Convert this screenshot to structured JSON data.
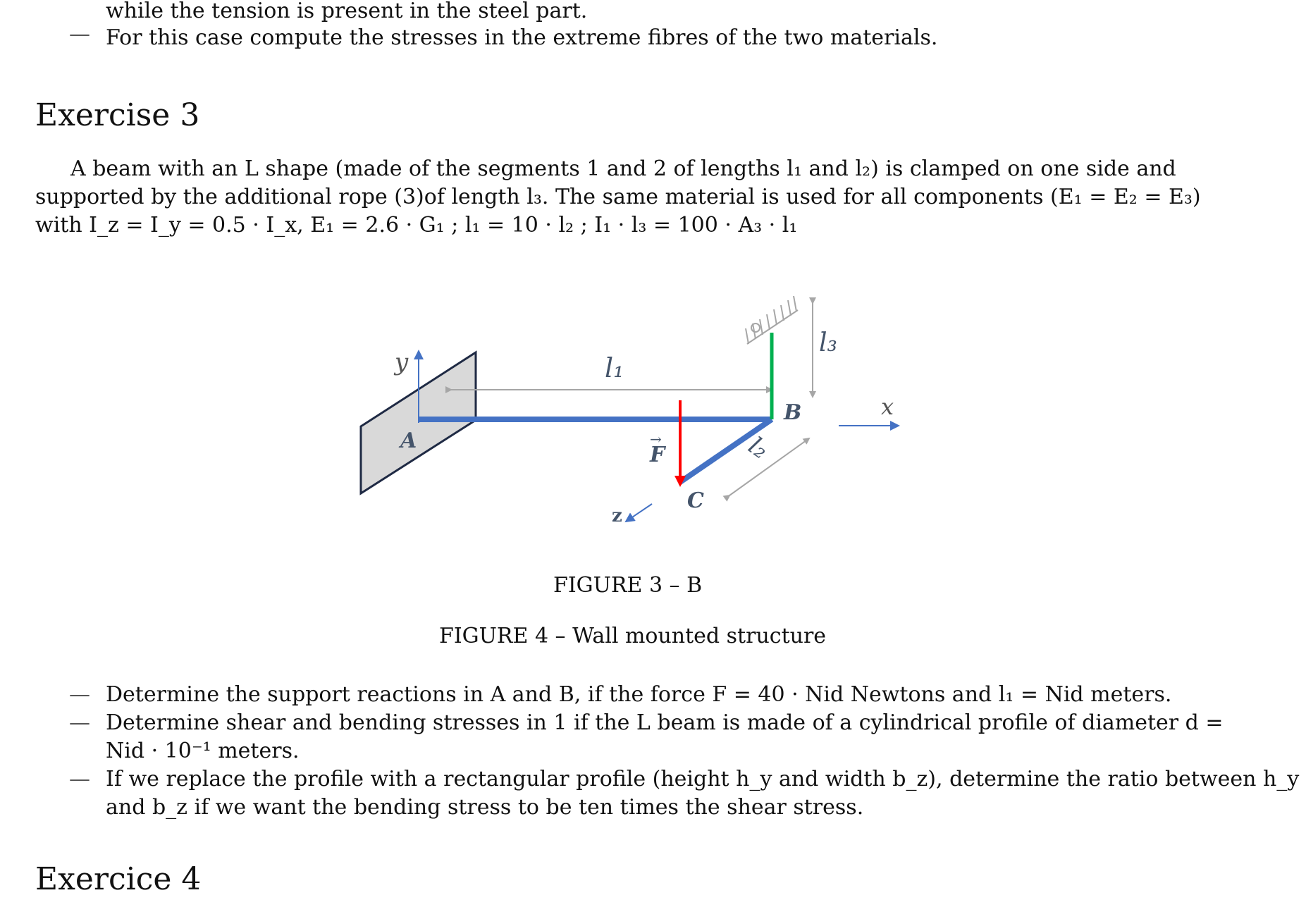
{
  "intro": {
    "line1": "while the tension is present in the steel part.",
    "line2": "For this case compute the stresses in the extreme fibres of the two materials."
  },
  "exercise3": {
    "title": "Exercise 3",
    "para_line1": "A beam with an L shape (made of the segments 1 and 2 of lengths l₁ and l₂) is clamped on one side and",
    "para_line2": "supported by the additional rope (3)of length l₃. The same material is used for all components (E₁ = E₂ = E₃)",
    "para_line3": "with I_z = I_y = 0.5 · I_x, E₁ = 2.6 · G₁ ; l₁ = 10 · l₂ ; I₁ · l₃ = 100 · A₃ · l₁"
  },
  "figure": {
    "labels": {
      "y_axis": "y",
      "x_axis": "x",
      "z_axis": "z",
      "point_a": "A",
      "point_b": "B",
      "point_c": "C",
      "force": "F",
      "l1": "l₁",
      "l2": "l₂",
      "l3": "l₃"
    },
    "colors": {
      "beam": "#4472c4",
      "rope": "#00b050",
      "force": "#ff0000",
      "dimension": "#a6a6a6",
      "wall_fill": "#d9d9d9"
    },
    "subcaption": "FIGURE 3 – B",
    "caption_prefix": "FIGURE 4 –",
    "caption_text": "Wall mounted structure"
  },
  "tasks": {
    "t1": "Determine the support reactions in A and B, if the force F = 40 · Nid Newtons and l₁ = Nid meters.",
    "t2_line1": "Determine shear and bending stresses in 1 if the L beam is made of a cylindrical profile of diameter d =",
    "t2_line2": "Nid · 10⁻¹ meters.",
    "t3_line1": "If we replace the profile with a rectangular profile (height h_y and width b_z), determine the ratio between h_y",
    "t3_line2": "and b_z if we want the bending stress to be ten times the shear stress."
  },
  "exercise4": {
    "title": "Exercice 4"
  }
}
